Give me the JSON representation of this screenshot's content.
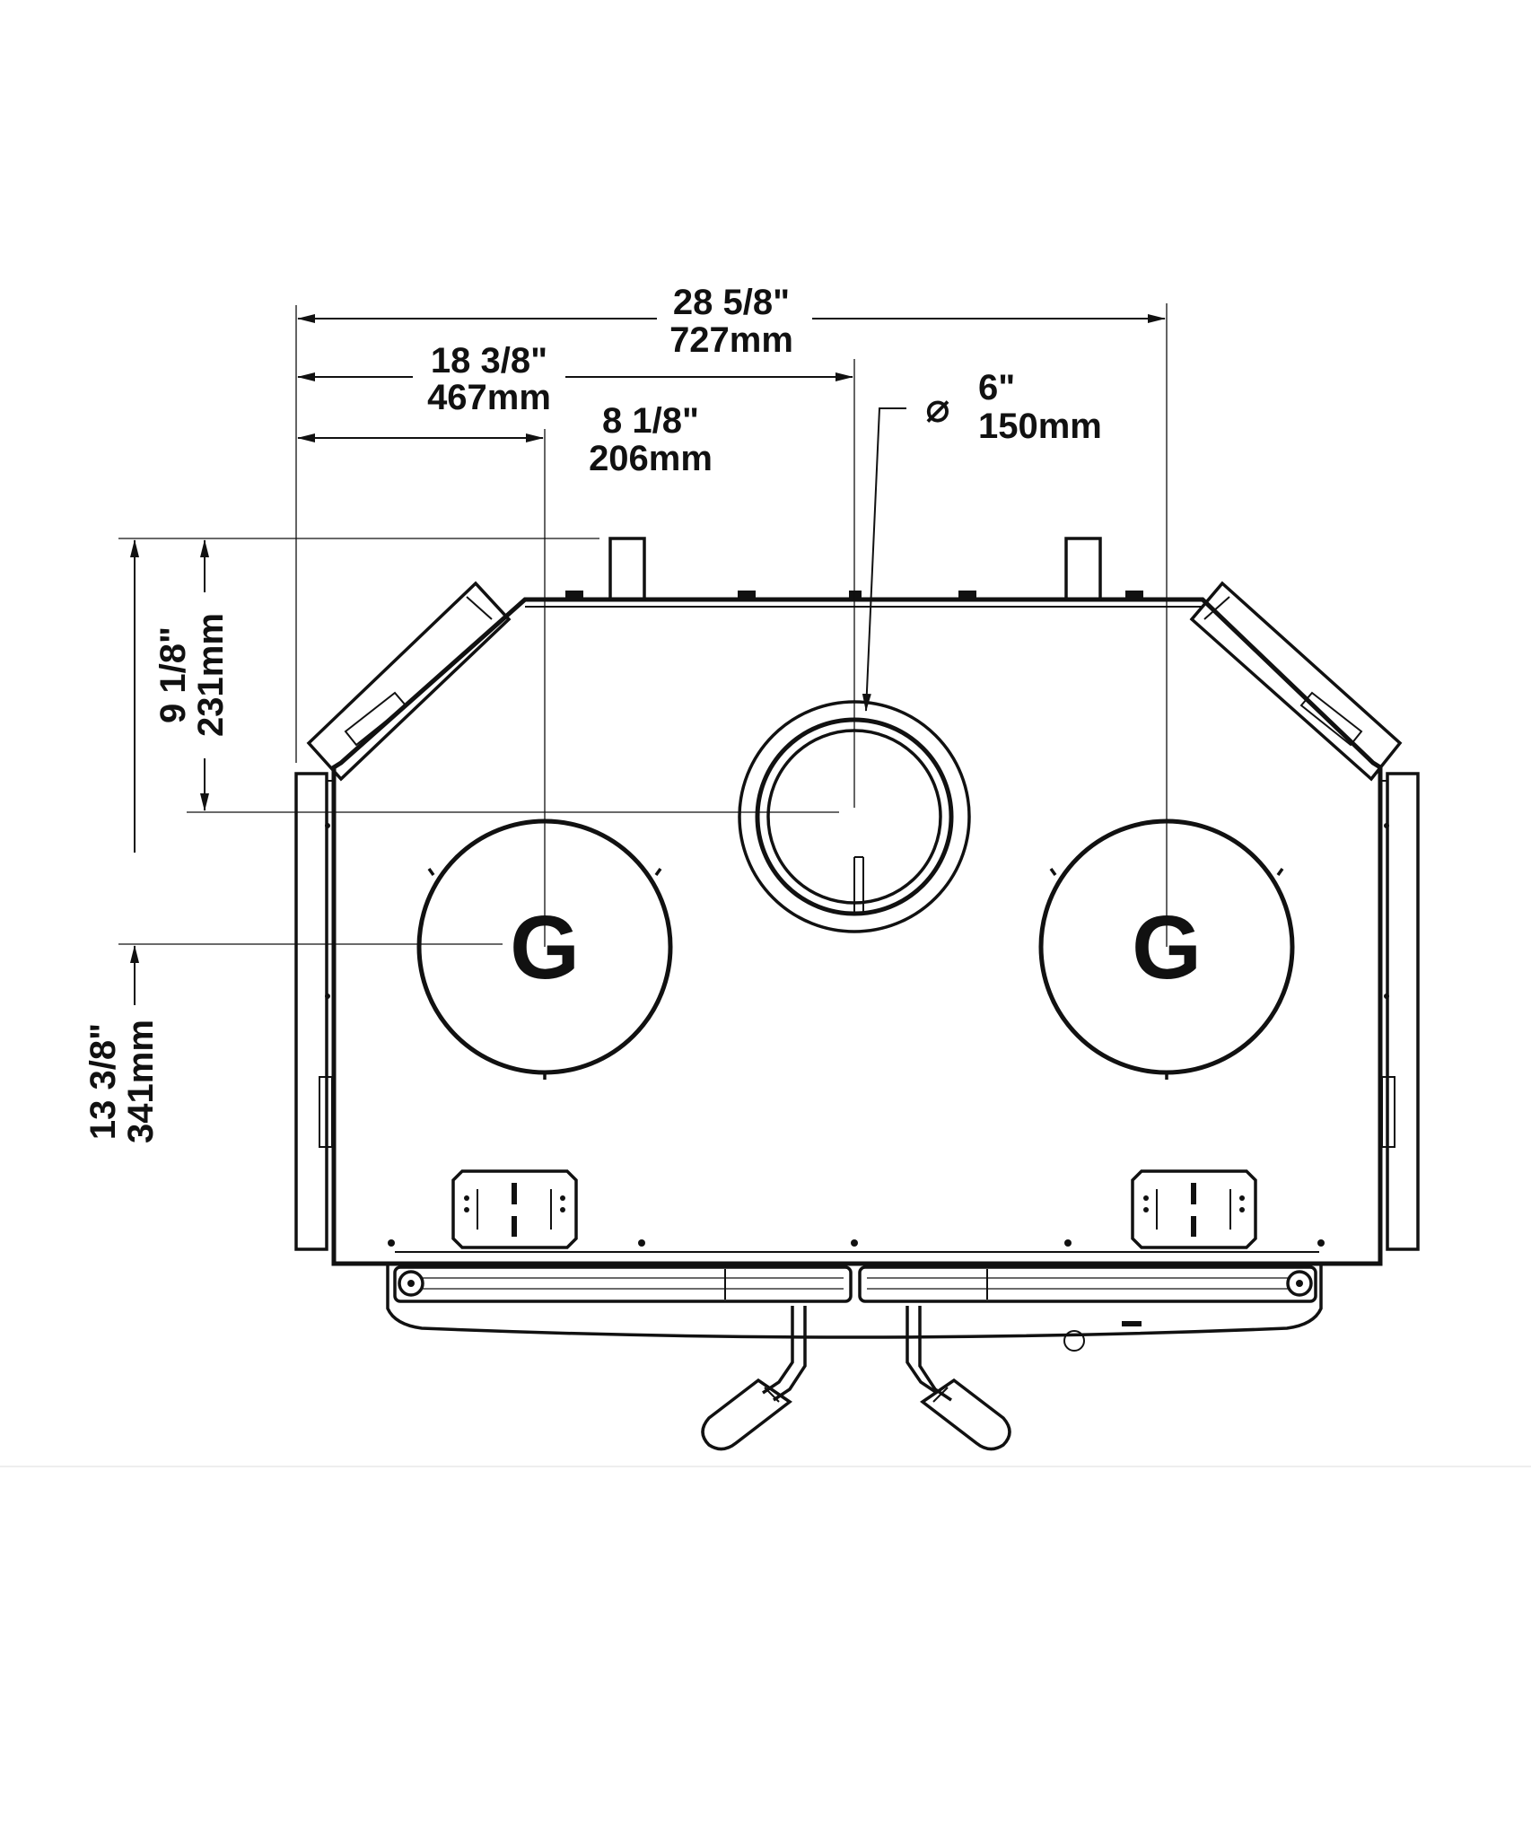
{
  "dimensions": {
    "overall_width": {
      "imperial": "28 5/8\"",
      "metric": "727mm"
    },
    "flue_center_offset": {
      "imperial": "18 3/8\"",
      "metric": "467mm"
    },
    "left_g_offset": {
      "imperial": "8 1/8\"",
      "metric": "206mm"
    },
    "flue_diameter": {
      "symbol": "⌀",
      "imperial": "6\"",
      "metric": "150mm"
    },
    "flue_height": {
      "imperial": "9 1/8\"",
      "metric": "231mm"
    },
    "g_height": {
      "imperial": "13 3/8\"",
      "metric": "341mm"
    }
  },
  "gas_inlets": {
    "left_label": "G",
    "right_label": "G"
  },
  "colors": {
    "line": "#111111",
    "background": "#ffffff"
  }
}
